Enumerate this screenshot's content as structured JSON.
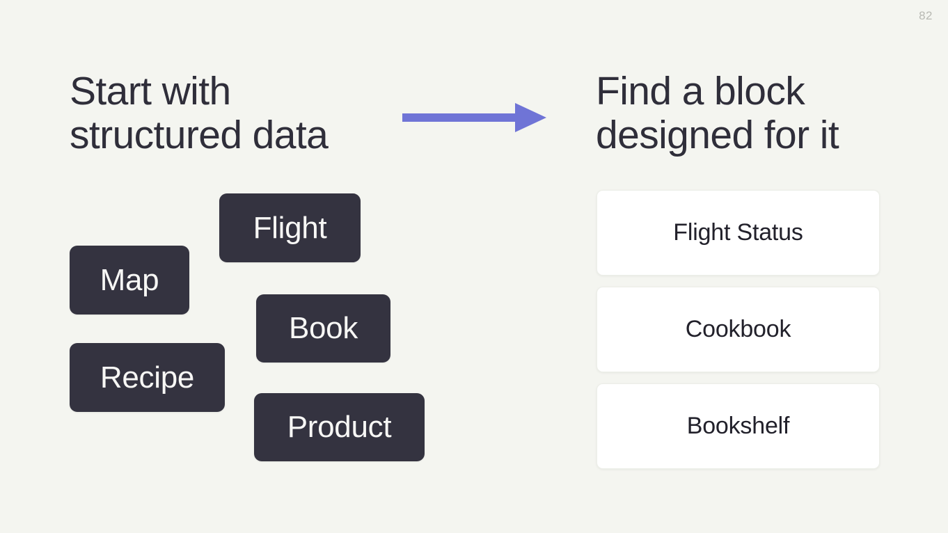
{
  "slide": {
    "page_number": "82",
    "background_color": "#f4f5f0"
  },
  "left": {
    "heading": "Start with\nstructured data",
    "chip_color": "#343340",
    "chip_text_color": "#f7f7f5",
    "chips": [
      {
        "label": "Flight",
        "name": "chip-flight"
      },
      {
        "label": "Map",
        "name": "chip-map"
      },
      {
        "label": "Book",
        "name": "chip-book"
      },
      {
        "label": "Recipe",
        "name": "chip-recipe"
      },
      {
        "label": "Product",
        "name": "chip-product"
      }
    ]
  },
  "arrow": {
    "color": "#6f74d6",
    "direction": "right",
    "label": "maps-to-arrow"
  },
  "right": {
    "heading": "Find a block\ndesigned for it",
    "card_color": "#ffffff",
    "card_text_color": "#22212b",
    "cards": [
      {
        "label": "Flight Status"
      },
      {
        "label": "Cookbook"
      },
      {
        "label": "Bookshelf"
      }
    ]
  }
}
